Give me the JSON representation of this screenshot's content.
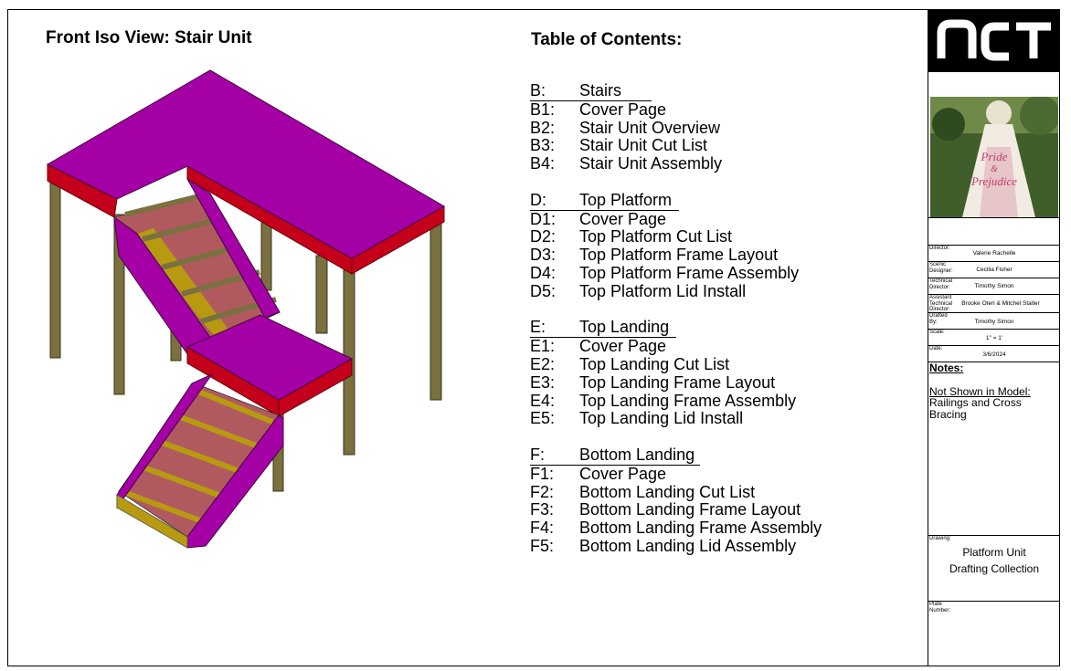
{
  "view_title": "Front Iso View: Stair Unit",
  "toc": {
    "title": "Table of Contents:",
    "sections": [
      {
        "code": "B:",
        "name": "Stairs",
        "items": [
          {
            "code": "B1:",
            "name": "Cover Page"
          },
          {
            "code": "B2:",
            "name": "Stair Unit Overview"
          },
          {
            "code": "B3:",
            "name": "Stair Unit Cut List"
          },
          {
            "code": "B4:",
            "name": "Stair Unit Assembly"
          }
        ]
      },
      {
        "code": "D:",
        "name": "Top Platform",
        "items": [
          {
            "code": "D1:",
            "name": "Cover Page"
          },
          {
            "code": "D2:",
            "name": "Top Platform Cut List"
          },
          {
            "code": "D3:",
            "name": "Top Platform Frame Layout"
          },
          {
            "code": "D4:",
            "name": "Top Platform Frame Assembly"
          },
          {
            "code": "D5:",
            "name": "Top Platform Lid Install"
          }
        ]
      },
      {
        "code": "E:",
        "name": "Top Landing",
        "items": [
          {
            "code": "E1:",
            "name": "Cover Page"
          },
          {
            "code": "E2:",
            "name": "Top Landing Cut List"
          },
          {
            "code": "E3:",
            "name": "Top Landing Frame Layout"
          },
          {
            "code": "E4:",
            "name": "Top Landing Frame Assembly"
          },
          {
            "code": "E5:",
            "name": "Top Landing Lid Install"
          }
        ]
      },
      {
        "code": "F:",
        "name": "Bottom Landing",
        "items": [
          {
            "code": "F1:",
            "name": "Cover Page"
          },
          {
            "code": "F2:",
            "name": "Bottom Landing Cut List"
          },
          {
            "code": "F3:",
            "name": "Bottom Landing Frame Layout"
          },
          {
            "code": "F4:",
            "name": "Bottom Landing Frame Assembly"
          },
          {
            "code": "F5:",
            "name": "Bottom Landing Lid Assembly"
          }
        ]
      }
    ]
  },
  "title_block": {
    "logo_text": "nct",
    "poster": {
      "line1": "Pride",
      "line2": "&",
      "line3": "Prejudice"
    },
    "director_label": "Director:",
    "director": "Valerie Rachelle",
    "scenic_label": "Scenic Designer:",
    "scenic": "Cecilia Fisher",
    "tech_label": "Technical Director:",
    "tech": "Timothy Simon",
    "asst_label": "Assistant Technical Director:",
    "asst": "Brooke Oteri & Mitchel Statler",
    "drafted_label": "Drafted By:",
    "drafted": "Timothy Simon",
    "scale_label": "Scale:",
    "scale": "1\" = 1'",
    "date_label": "Date:",
    "date": "3/6/2024",
    "notes_title": "Notes:",
    "notes_line1": "Not Shown in Model:",
    "notes_line2": "Railings and Cross Bracing",
    "drawing_label": "Drawing:",
    "drawing_line1": "Platform Unit",
    "drawing_line2": "Drafting Collection",
    "plate_label": "Plate Number:"
  },
  "colors": {
    "deck": "#a500a5",
    "skirt": "#c4001a",
    "leg": "#7a7040",
    "tread": "#b89a10",
    "riser": "#b05a60"
  }
}
